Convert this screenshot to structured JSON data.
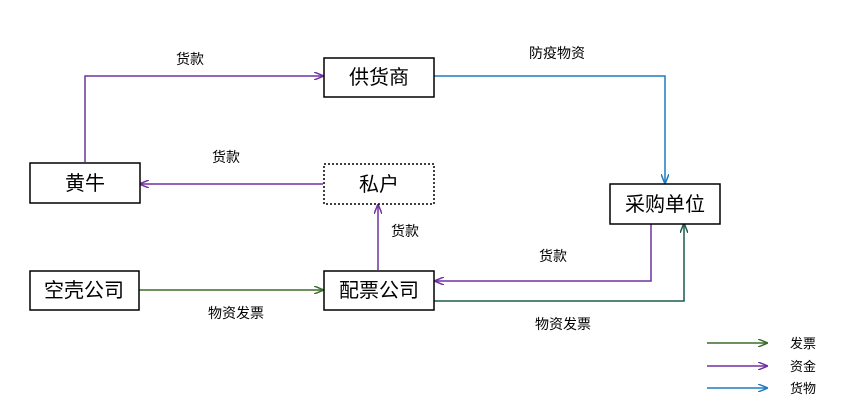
{
  "nodes": {
    "supplier": "供货商",
    "scalper": "黄牛",
    "private": "私户",
    "purchaser": "采购单位",
    "shell": "空壳公司",
    "ticketing": "配票公司"
  },
  "edges": {
    "scalper_to_supplier": "货款",
    "supplier_to_purchaser": "防疫物资",
    "private_to_scalper": "货款",
    "ticketing_to_private": "货款",
    "purchaser_to_ticketing": "货款",
    "shell_to_ticketing": "物资发票",
    "ticketing_to_purchaser": "物资发票"
  },
  "legend": {
    "invoice": "发票",
    "funds": "资金",
    "goods": "货物"
  },
  "colors": {
    "invoice": "#3c6b2a",
    "funds": "#7030a0",
    "goods": "#1f7bbf",
    "dark_teal": "#1f5a4a"
  }
}
